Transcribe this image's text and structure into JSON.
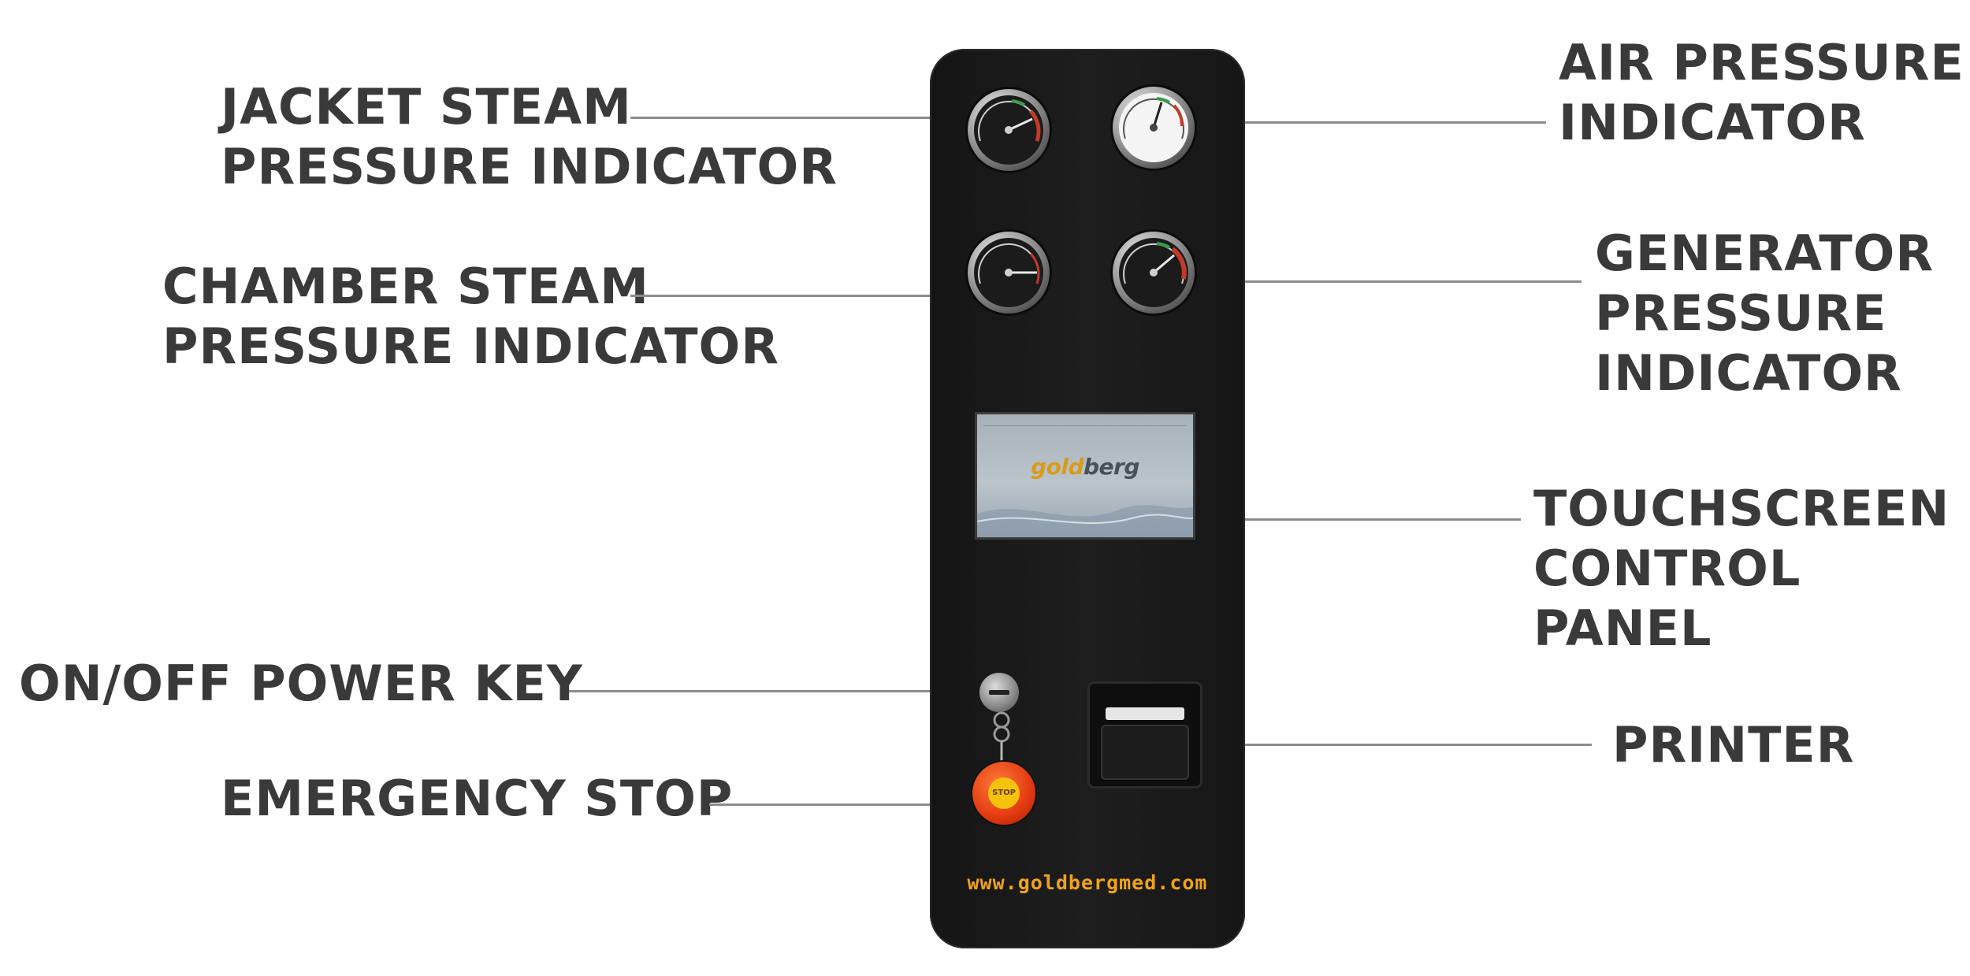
{
  "labels": {
    "jacket_steam": [
      "JACKET STEAM",
      "PRESSURE INDICATOR"
    ],
    "chamber_steam": [
      "CHAMBER STEAM",
      "PRESSURE INDICATOR"
    ],
    "power_key": [
      "ON/OFF POWER KEY"
    ],
    "emergency_stop": [
      "EMERGENCY STOP"
    ],
    "air_pressure": [
      "AIR PRESSURE",
      "INDICATOR"
    ],
    "generator_pressure": [
      "GENERATOR",
      "PRESSURE",
      "INDICATOR"
    ],
    "touchscreen": [
      "TOUCHSCREEN",
      "CONTROL",
      "PANEL"
    ],
    "printer": [
      "PRINTER"
    ]
  },
  "screen": {
    "brand_prefix": "gold",
    "brand_suffix": "berg"
  },
  "estop_text": "STOP",
  "url": "www.goldbergmed.com",
  "colors": {
    "label_text": "#3a3a3a",
    "leader_line": "#8c8c8c",
    "panel": "#1a1a1a",
    "brand_accent": "#f0a31a",
    "estop_red": "#e23a10",
    "estop_yellow": "#f4c20d"
  }
}
